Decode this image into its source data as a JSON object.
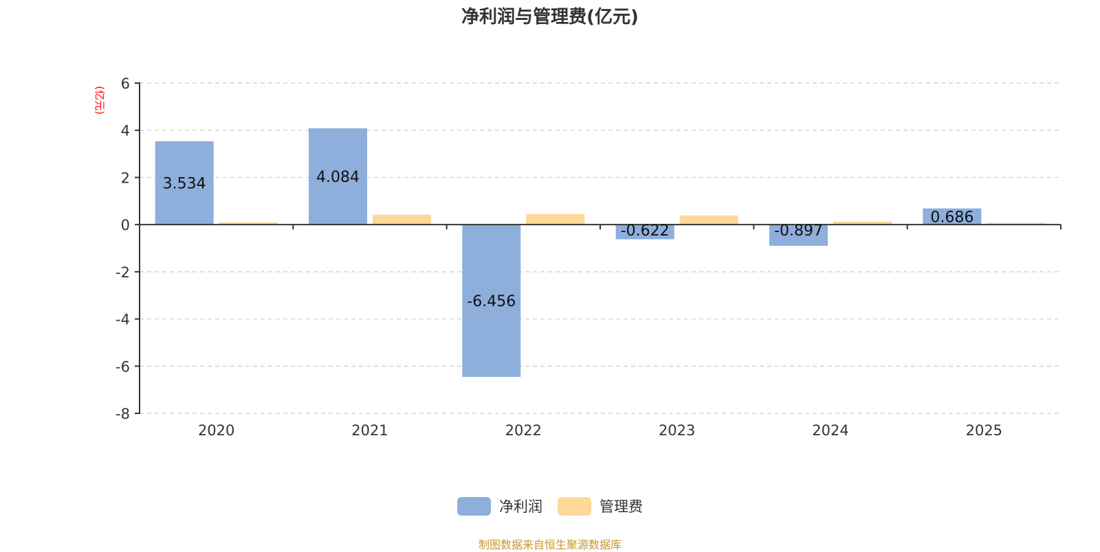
{
  "chart_data": {
    "type": "bar",
    "title": "净利润与管理费(亿元)",
    "ylabel": "(亿元)",
    "xlabel": "",
    "categories": [
      "2020",
      "2021",
      "2022",
      "2023",
      "2024",
      "2025"
    ],
    "series": [
      {
        "name": "净利润",
        "color": "#8eaedb",
        "values": [
          3.534,
          4.084,
          -6.456,
          -0.622,
          -0.897,
          0.686
        ],
        "labels": [
          "3.534",
          "4.084",
          "-6.456",
          "-0.622",
          "-0.897",
          "0.686"
        ]
      },
      {
        "name": "管理费",
        "color": "#fed898",
        "values": [
          0.1,
          0.42,
          0.45,
          0.39,
          0.13,
          0.07
        ],
        "labels": []
      }
    ],
    "ylim": [
      -8,
      6
    ],
    "yticks": [
      6,
      4,
      2,
      0,
      -2,
      -4,
      -6,
      -8
    ],
    "ytick_labels": [
      "6",
      "4",
      "2",
      "0",
      "-2",
      "-4",
      "-6",
      "-8"
    ],
    "grid": true,
    "legend_position": "bottom-center",
    "colors": {
      "ylabel": "#ff0000",
      "axis": "#333333",
      "grid": "#cccccc",
      "source": "#c8962d"
    }
  },
  "legend": [
    {
      "label": "净利润",
      "color": "#8eaedb"
    },
    {
      "label": "管理费",
      "color": "#fed898"
    }
  ],
  "source_note": "制图数据来自恒生聚源数据库"
}
